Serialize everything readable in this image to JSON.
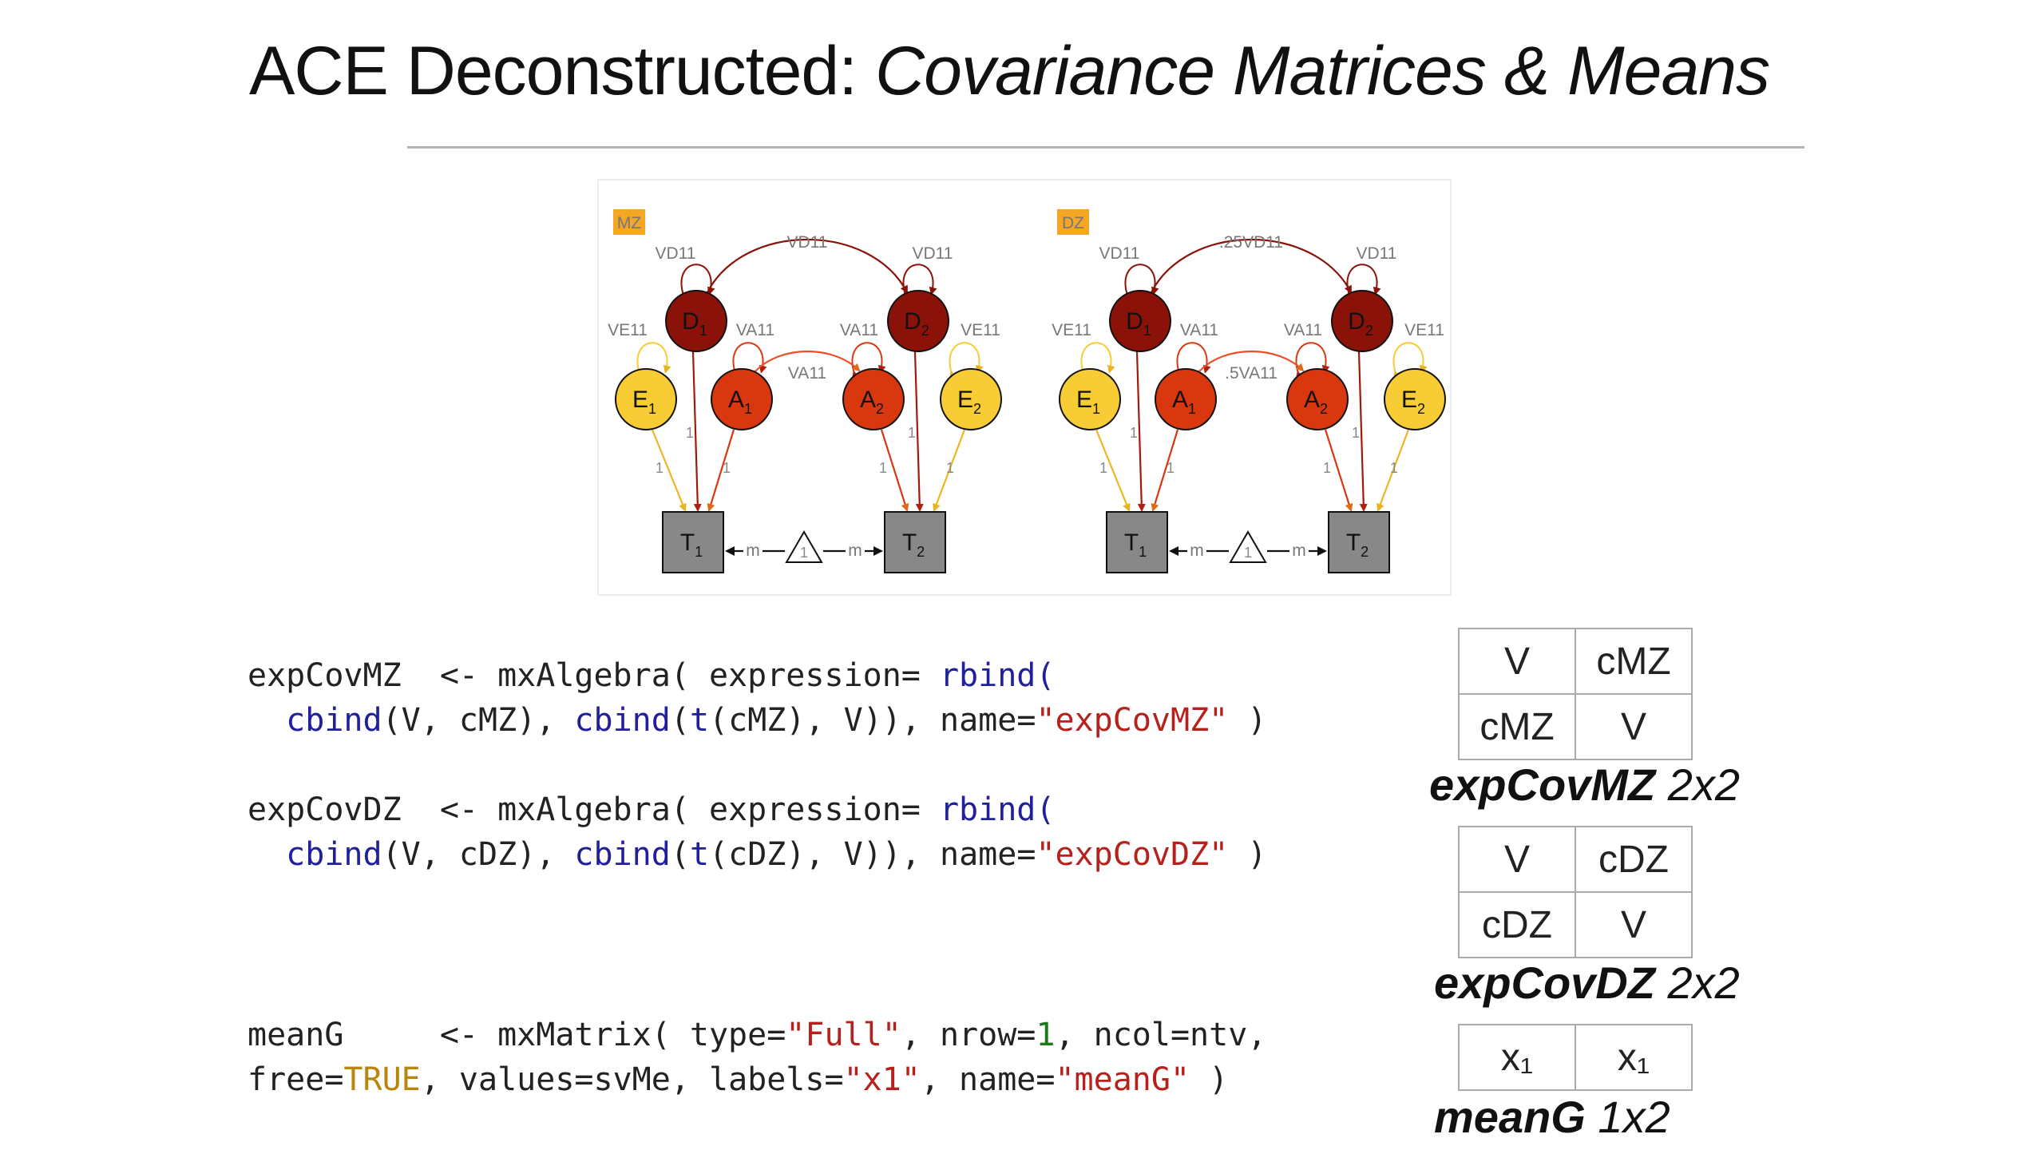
{
  "title": {
    "prefix": "ACE Deconstructed: ",
    "emphasis": "Covariance Matrices & Means"
  },
  "figure": {
    "panels": [
      {
        "tag": "MZ",
        "top_cov": "VD11",
        "mid_cov": "VA11"
      },
      {
        "tag": "DZ",
        "top_cov": ".25VD11",
        "mid_cov": ".5VA11"
      }
    ],
    "var_d": "VD11",
    "var_a": "VA11",
    "var_e": "VE11",
    "path_label": "1",
    "mean_label": "m",
    "triangle_label": "1",
    "nodes": {
      "D": "D",
      "A": "A",
      "E": "E",
      "T": "T",
      "s1": "1",
      "s2": "2"
    }
  },
  "code": {
    "covMZ_a": "expCovMZ  <- mxAlgebra( expression= ",
    "rbind": "rbind(",
    "cbind": "cbind",
    "t": "t",
    "covMZ_b1": "(V, cMZ), ",
    "covMZ_b2": "(",
    "covMZ_b3": "(cMZ), V)), name=",
    "covMZ_name": "\"expCovMZ\"",
    "close": " )",
    "covDZ_a": "expCovDZ  <- mxAlgebra( expression= ",
    "covDZ_b1": "(V, cDZ), ",
    "covDZ_b3": "(cDZ), V)), name=",
    "covDZ_name": "\"expCovDZ\"",
    "mean_a": "meanG     <- mxMatrix( type=",
    "mean_type": "\"Full\"",
    "mean_b": ", nrow=",
    "mean_nrow": "1",
    "mean_c": ", ncol=ntv,",
    "mean_d": "free=",
    "mean_free": "TRUE",
    "mean_e": ", values=svMe, labels=",
    "mean_label": "\"x1\"",
    "mean_f": ", name=",
    "mean_name": "\"meanG\""
  },
  "matrices": {
    "mz": {
      "cells": [
        [
          "V",
          "cMZ"
        ],
        [
          "cMZ",
          "V"
        ]
      ],
      "name": "expCovMZ",
      "dim": " 2x2"
    },
    "dz": {
      "cells": [
        [
          "V",
          "cDZ"
        ],
        [
          "cDZ",
          "V"
        ]
      ],
      "name": "expCovDZ",
      "dim": " 2x2"
    },
    "mean": {
      "cells": [
        [
          "x₁",
          "x₁"
        ]
      ],
      "name": "meanG",
      "dim": " 1x2"
    }
  },
  "colors": {
    "D": "#8b1208",
    "A": "#d9380f",
    "E": "#f7cc34",
    "T": "#888888",
    "tag": "#f5a623"
  }
}
